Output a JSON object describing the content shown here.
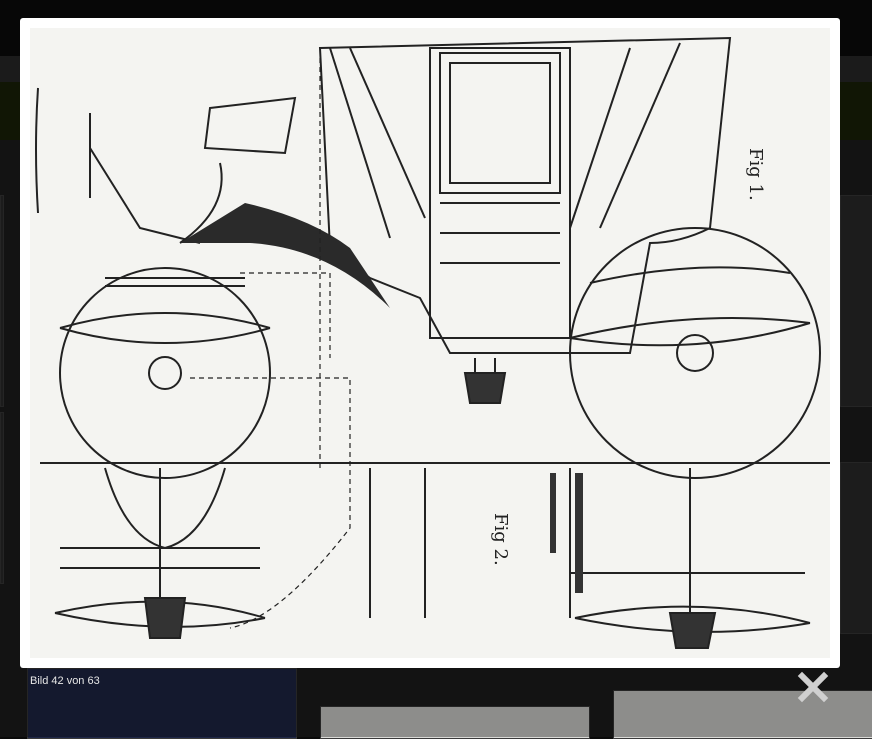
{
  "lightbox": {
    "counter": "Bild 42 von 63",
    "close_icon": "close-icon",
    "image": {
      "subject": "carriage-technical-drawing",
      "labels": {
        "fig1": "Fig 1.",
        "fig2": "Fig 2."
      }
    }
  },
  "colors": {
    "backdrop": "#0a0a0a",
    "frame": "#ffffff",
    "paper": "#f4f4f1",
    "ink": "#222222",
    "caption": "#e6e6e6"
  }
}
